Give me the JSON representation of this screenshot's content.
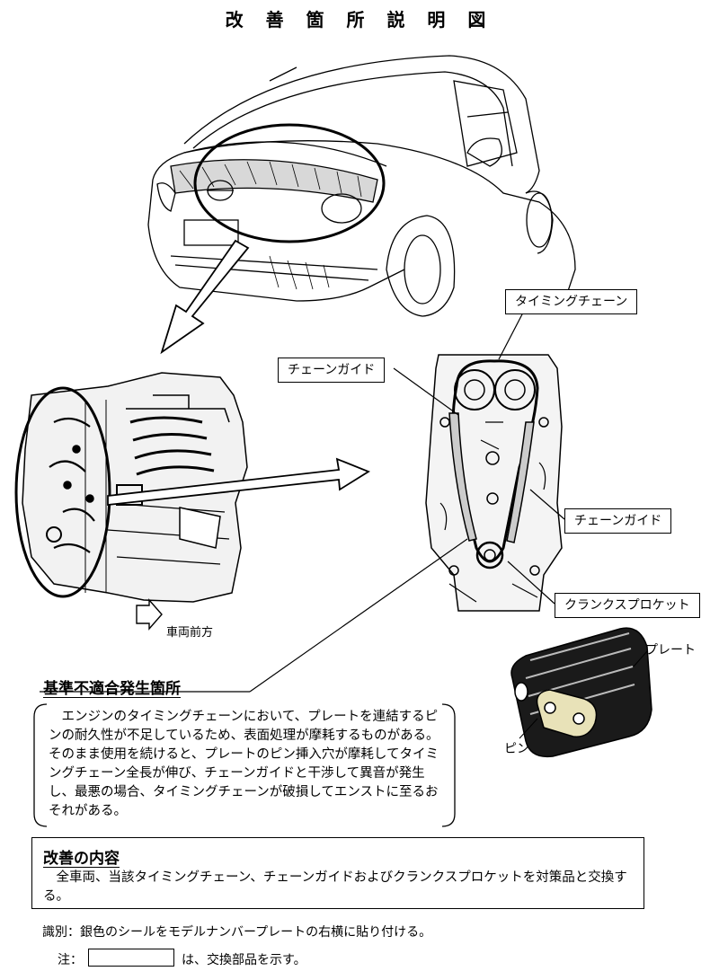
{
  "title": "改 善 箇 所 説 明 図",
  "labels": {
    "timing_chain": "タイミングチェーン",
    "chain_guide_left": "チェーンガイド",
    "chain_guide_right": "チェーンガイド",
    "crank_sprocket": "クランクスプロケット",
    "vehicle_front": "車両前方",
    "plate": "プレート",
    "pin": "ピン"
  },
  "defect_section": {
    "heading": "基準不適合発生箇所",
    "text": "エンジンのタイミングチェーンにおいて、プレートを連結するピンの耐久性が不足しているため、表面処理が摩耗するものがある。そのまま使用を続けると、プレートのピン挿入穴が摩耗してタイミングチェーン全長が伸び、チェーンガイドと干渉して異音が発生し、最悪の場合、タイミングチェーンが破損してエンストに至るおそれがある。"
  },
  "remedy_section": {
    "heading": "改善の内容",
    "text": "全車両、当該タイミングチェーン、チェーンガイドおよびクランクスプロケットを対策品と交換する。"
  },
  "identification": "識別：銀色のシールをモデルナンバープレートの右横に貼り付ける。",
  "note": {
    "prefix": "注：",
    "suffix": "は、交換部品を示す。"
  }
}
